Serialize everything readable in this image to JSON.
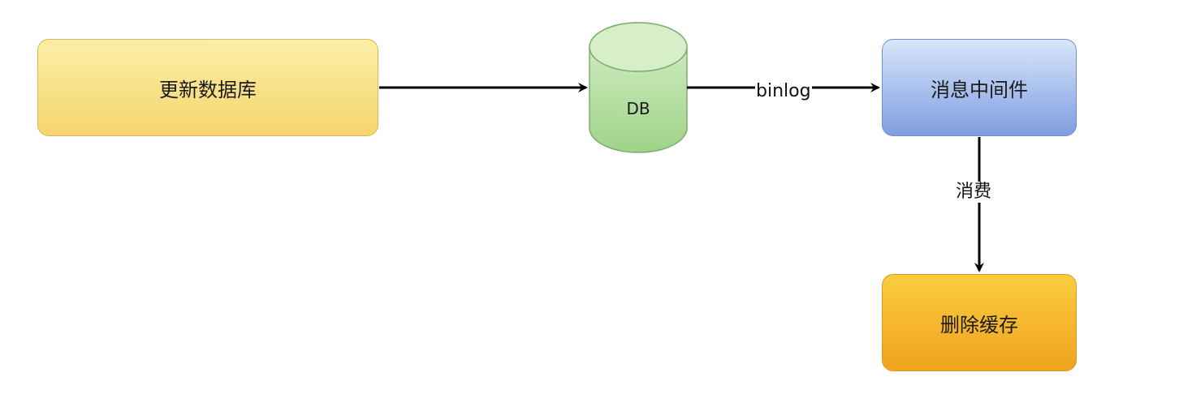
{
  "nodes": {
    "update_db": {
      "label": "更新数据库"
    },
    "db": {
      "label": "DB"
    },
    "mq": {
      "label": "消息中间件"
    },
    "delete_cache": {
      "label": "删除缓存"
    }
  },
  "edges": {
    "update_to_db": {
      "label": ""
    },
    "db_to_mq": {
      "label": "binlog"
    },
    "mq_to_delete": {
      "label": "消费"
    }
  },
  "colors": {
    "update_fill": "#f8dc84",
    "db_fill": "#b5dfa1",
    "mq_fill": "#a9c1f0",
    "delete_fill": "#f5b52d",
    "arrow": "#000000"
  }
}
